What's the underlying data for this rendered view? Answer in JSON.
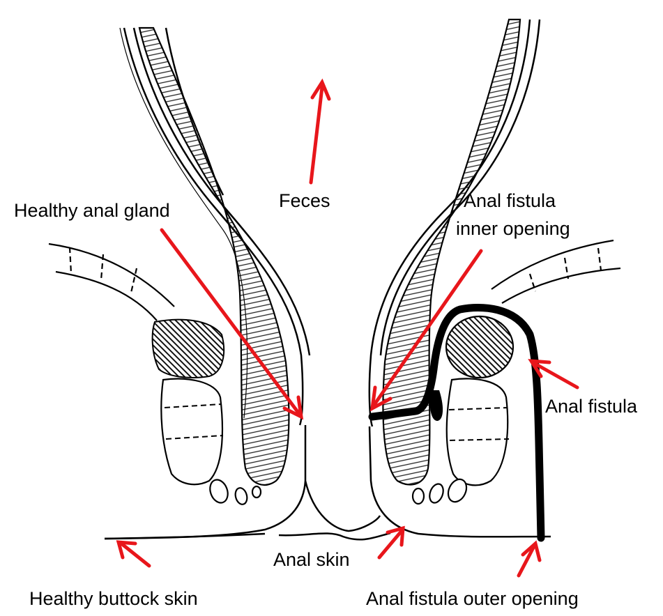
{
  "labels": {
    "feces": "Feces",
    "healthy_anal_gland": "Healthy anal gland",
    "fistula_inner_line1": "Anal fistula",
    "fistula_inner_line2": "inner opening",
    "anal_fistula": "Anal fistula",
    "anal_skin": "Anal skin",
    "healthy_buttock_skin": "Healthy buttock skin",
    "fistula_outer_opening": "Anal fistula outer opening"
  },
  "colors": {
    "arrow": "#e8161b",
    "ink": "#000000",
    "background": "#ffffff"
  }
}
